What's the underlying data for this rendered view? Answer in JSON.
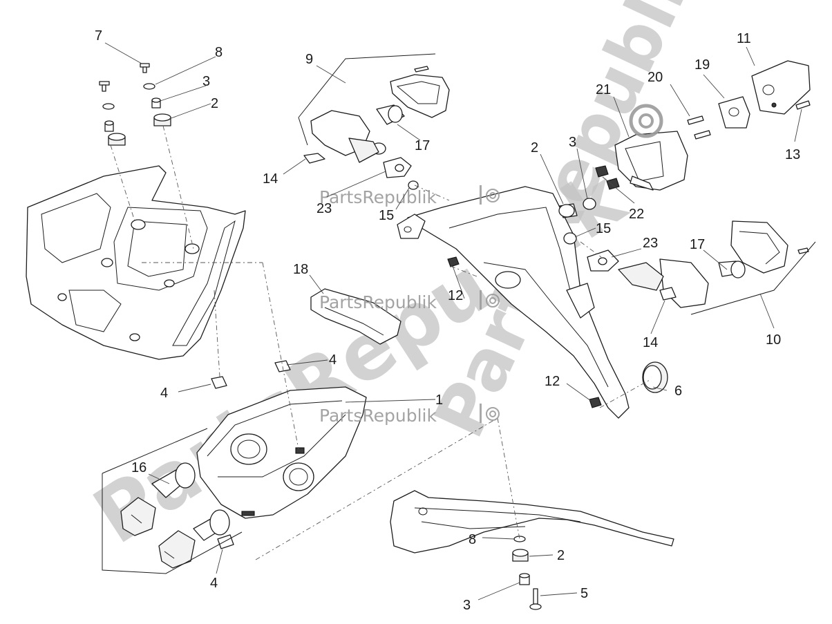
{
  "watermark": {
    "brand": "PartsRepublik",
    "diagonal_text": "PartsRepublik"
  },
  "callouts": {
    "c1": "1",
    "c2a": "2",
    "c2b": "2",
    "c2c": "2",
    "c3a": "3",
    "c3b": "3",
    "c3c": "3",
    "c4a": "4",
    "c4b": "4",
    "c4c": "4",
    "c5": "5",
    "c6": "6",
    "c7": "7",
    "c8a": "8",
    "c8b": "8",
    "c9": "9",
    "c10": "10",
    "c11": "11",
    "c12a": "12",
    "c12b": "12",
    "c13": "13",
    "c14a": "14",
    "c14b": "14",
    "c15a": "15",
    "c15b": "15",
    "c16": "16",
    "c17a": "17",
    "c17b": "17",
    "c18": "18",
    "c19": "19",
    "c20": "20",
    "c21": "21",
    "c22": "22",
    "c23a": "23",
    "c23b": "23"
  }
}
